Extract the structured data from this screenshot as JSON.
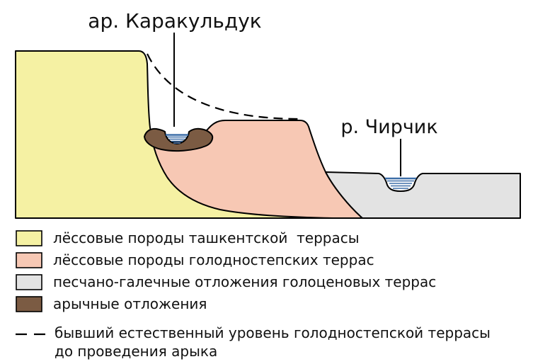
{
  "colors": {
    "tashkent_loess": "#F5F1A3",
    "golodnostep_loess": "#F7C8B4",
    "holocene_deposits": "#E3E3E3",
    "aryk_deposits": "#7B5B43",
    "water": "#3D6EA8",
    "outline": "#000000"
  },
  "diagram": {
    "aryk_label": "ар. Каракульдук",
    "river_label": "р. Чирчик"
  },
  "legend": {
    "items": [
      {
        "label": "лёссовые породы ташкентской  террасы"
      },
      {
        "label": "лёссовые породы голодностепских террас"
      },
      {
        "label": "песчано-галечные отложения голоценовых террас"
      },
      {
        "label": "арычные отложения"
      }
    ],
    "dashed_line1": "бывший естественный уровень голодностепской террасы",
    "dashed_line2": "до проведения арыка"
  }
}
